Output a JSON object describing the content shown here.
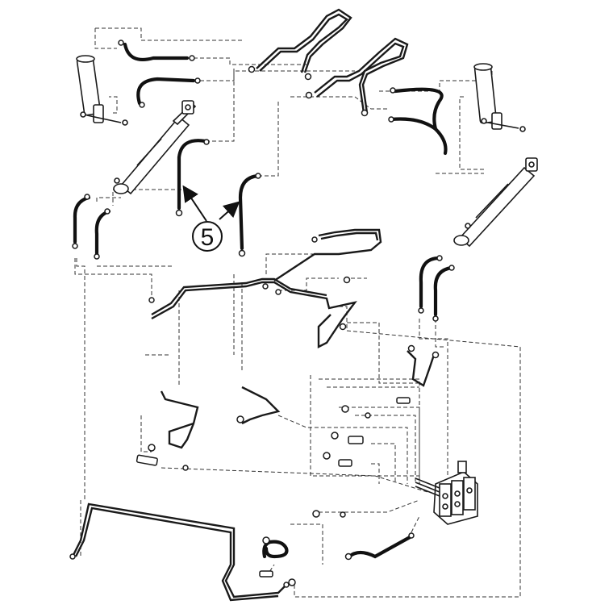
{
  "diagram": {
    "callout": {
      "number": "5"
    },
    "colors": {
      "line": "#1a1a1a",
      "hose": "#111111",
      "dash": "#333333",
      "fill": "#ffffff"
    },
    "parts": [
      "hydraulic-cylinder-left",
      "hydraulic-cylinder-right",
      "hydraulic-cylinder-left-upper",
      "hydraulic-cylinder-right-upper",
      "control-valve",
      "steel-tube-lines",
      "hydraulic-hoses",
      "fittings"
    ]
  }
}
